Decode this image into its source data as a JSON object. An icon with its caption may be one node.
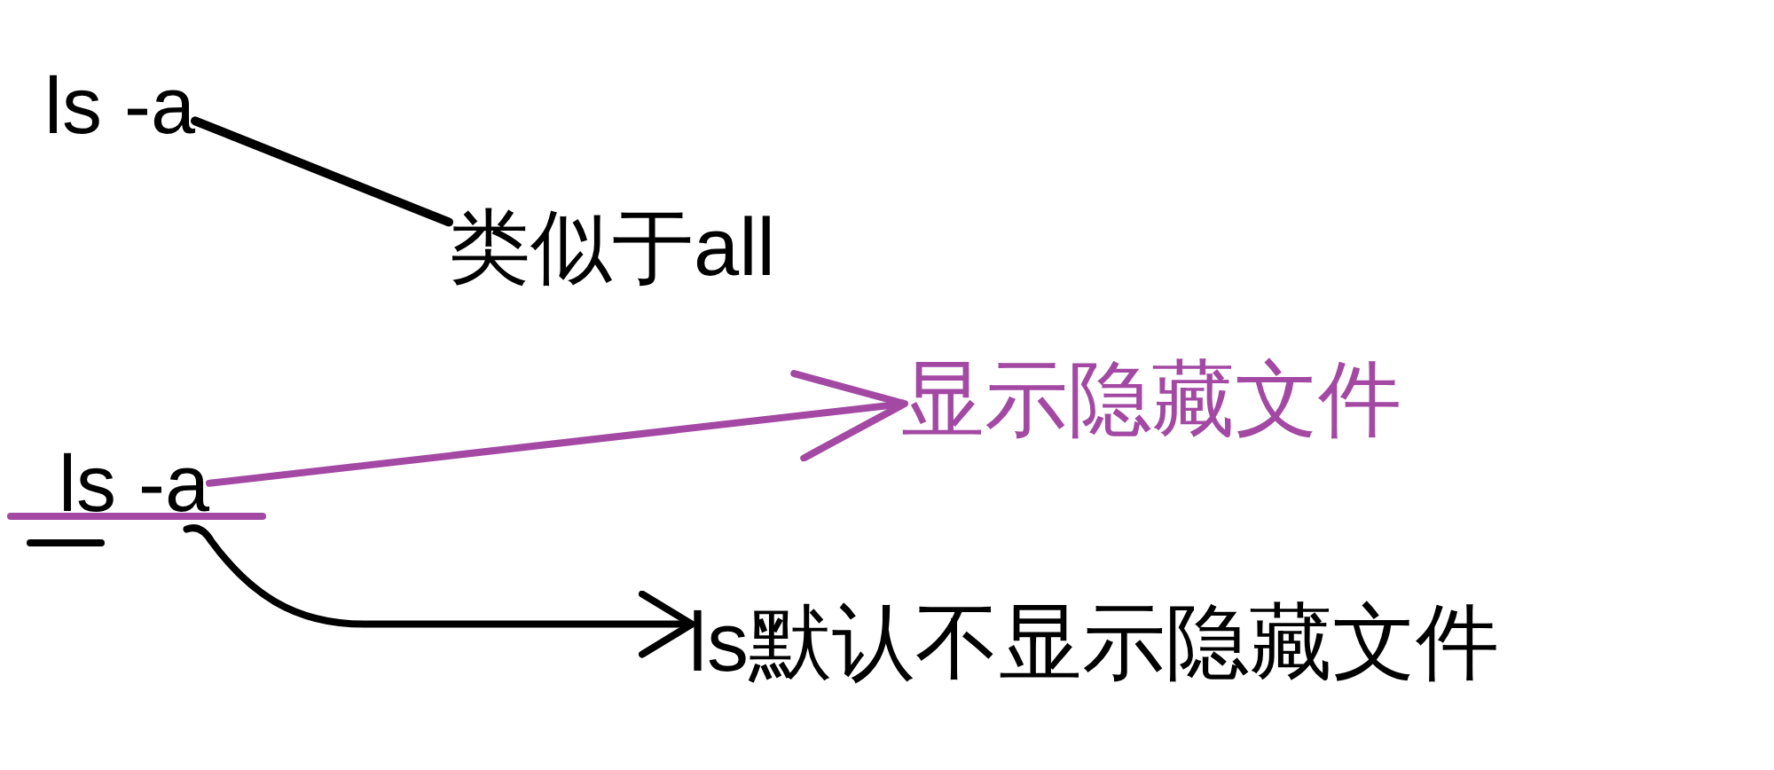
{
  "diagram": {
    "nodes": [
      {
        "text": [
          "ls -a"
        ]
      },
      {
        "text": [
          "类似于all"
        ]
      },
      {
        "text": [
          "ls -a"
        ]
      },
      {
        "text": [
          "显示隐藏文件"
        ]
      },
      {
        "text": [
          "ls默认不显示隐藏文件"
        ]
      }
    ],
    "edges": [
      {
        "from": 0,
        "to": 1,
        "arrow": "none"
      },
      {
        "from": 2,
        "to": 3,
        "arrow": "to",
        "color": "#a349a4"
      },
      {
        "from": 2,
        "to": 4,
        "arrow": "to"
      }
    ]
  }
}
